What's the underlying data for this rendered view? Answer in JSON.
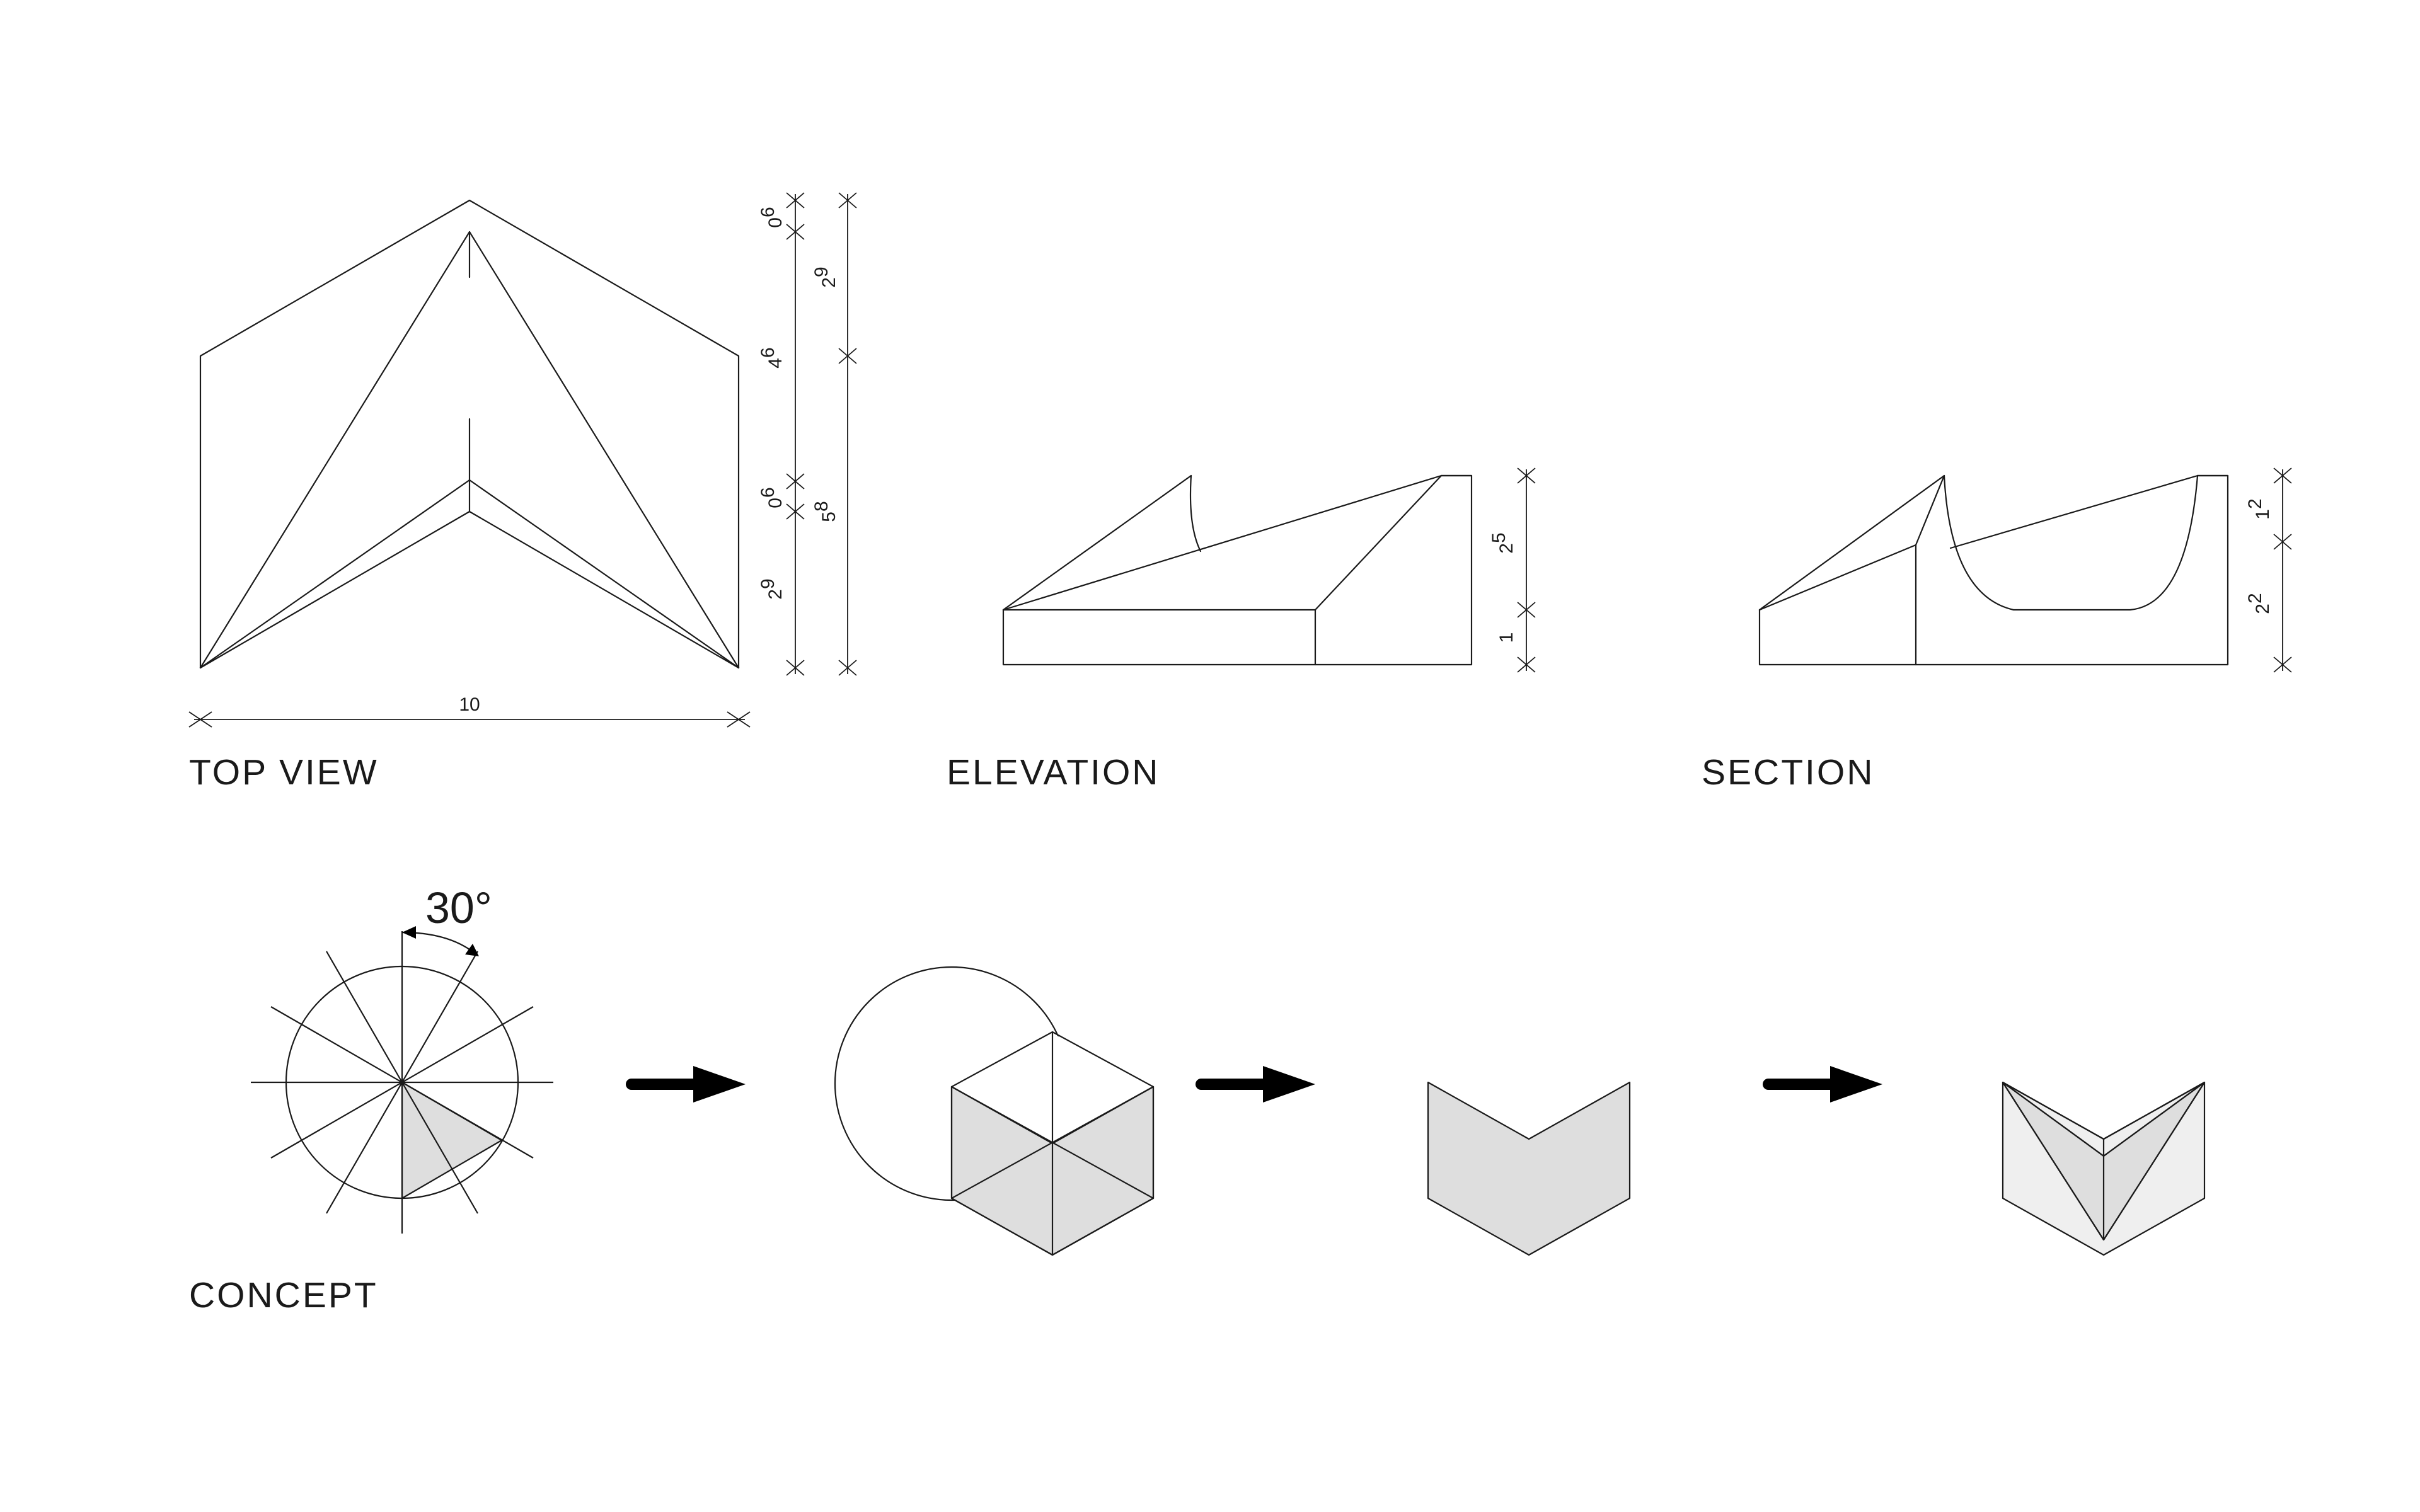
{
  "labels": {
    "top_view": "TOP VIEW",
    "elevation": "ELEVATION",
    "section": "SECTION",
    "concept": "CONCEPT"
  },
  "concept": {
    "angle": "30°"
  },
  "dimensions": {
    "top_view": {
      "width": "10",
      "inner_top": "6\n0",
      "inner_upper": "6\n4",
      "inner_mid": "6\n0",
      "inner_lower": "9\n2",
      "outer_top": "9\n2",
      "outer_bottom": "8\n5"
    },
    "elevation": {
      "upper": "5\n2",
      "lower": "1"
    },
    "section": {
      "upper": "2\n1",
      "lower": "2\n2"
    }
  },
  "colors": {
    "line": "#1a1a1a",
    "fill_mid": "#dedede",
    "fill_light": "#efefef",
    "arrow": "#000000",
    "background": "#ffffff"
  }
}
